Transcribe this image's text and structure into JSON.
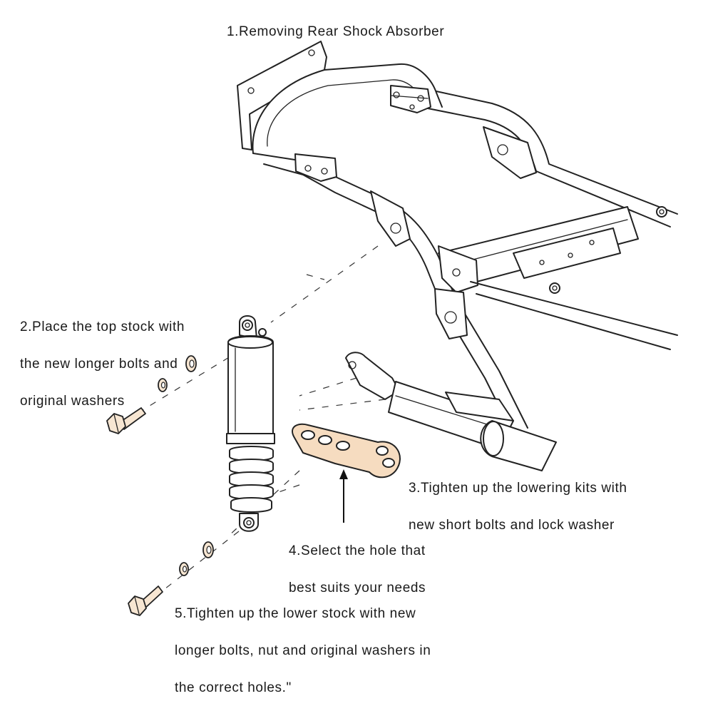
{
  "captions": {
    "step1": "1.Removing Rear Shock Absorber",
    "step2": [
      "2.Place the top stock with",
      "the new longer bolts and",
      "original washers"
    ],
    "step3": [
      "3.Tighten up the lowering kits with",
      "new short bolts and lock washer"
    ],
    "step4": [
      "4.Select the hole that",
      "best suits your needs"
    ],
    "step5": [
      "5.Tighten up the lower stock with new",
      "longer bolts, nut and original washers in",
      "the correct holes.\""
    ]
  },
  "colors": {
    "line": "#222222",
    "bracket_fill": "#f6dcc0",
    "bolt_fill": "#f7e6d2",
    "background": "#ffffff"
  },
  "icons": {
    "frame": "motorcycle-rear-frame-icon",
    "shock": "rear-shock-absorber-icon",
    "bracket": "lowering-kit-bracket-icon",
    "bolt": "bolt-icon",
    "washer": "washer-icon"
  }
}
